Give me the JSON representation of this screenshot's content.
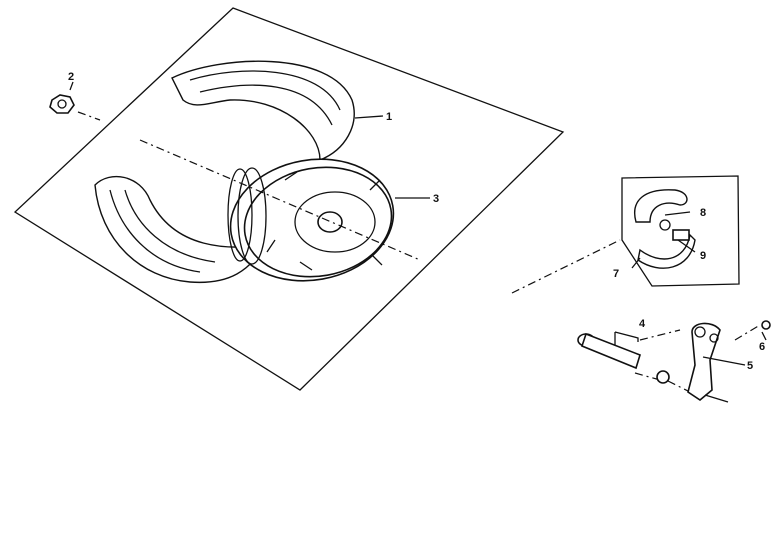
{
  "diagram": {
    "callouts": [
      {
        "id": "1",
        "part": "tire"
      },
      {
        "id": "2",
        "part": "axle-nut"
      },
      {
        "id": "3",
        "part": "wheel-rim"
      },
      {
        "id": "4",
        "part": "brake-cam"
      },
      {
        "id": "5",
        "part": "brake-arm"
      },
      {
        "id": "6",
        "part": "bolt"
      },
      {
        "id": "7",
        "part": "brake-shoe-set"
      },
      {
        "id": "8",
        "part": "brake-shoe-spring"
      },
      {
        "id": "9",
        "part": "brake-shoe"
      }
    ]
  }
}
